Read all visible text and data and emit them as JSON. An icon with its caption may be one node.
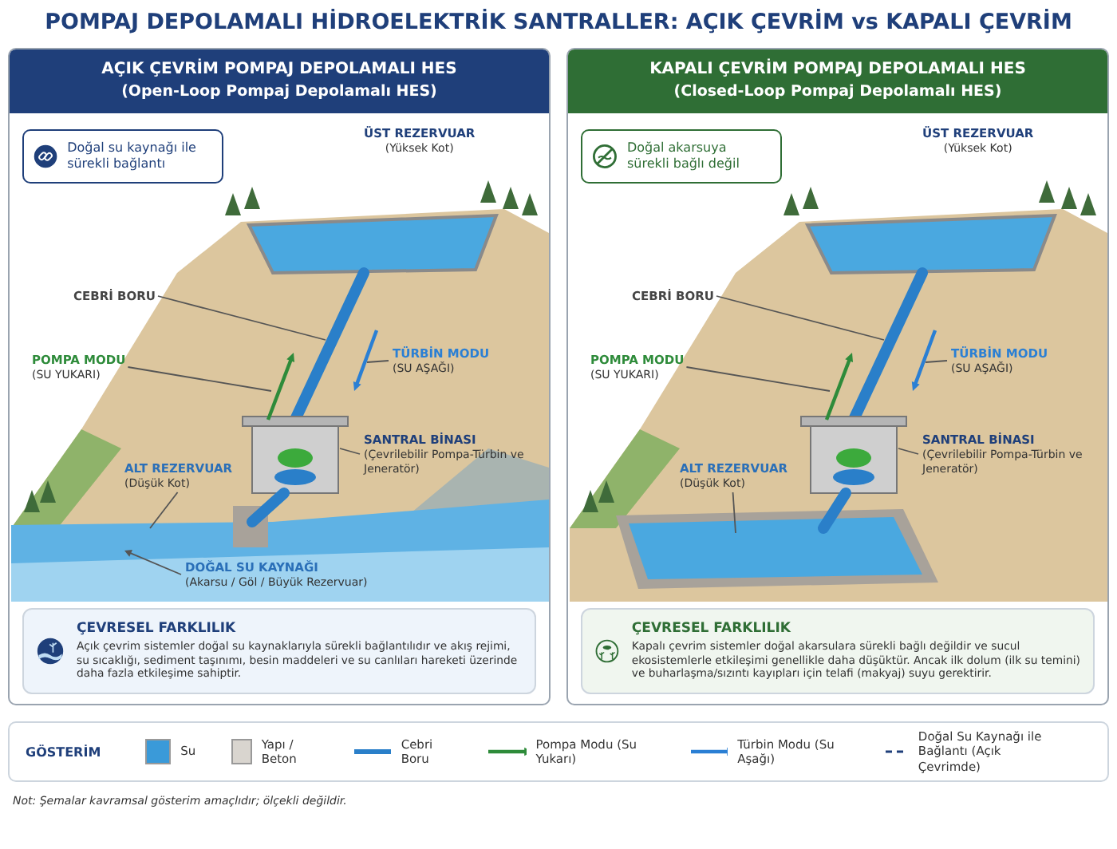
{
  "diagram": {
    "title": "POMPAJ DEPOLAMALI HİDROELEKTRİK SANTRALLER: AÇIK ÇEVRİM vs KAPALI ÇEVRİM",
    "nodes": [
      {
        "text": [
          "AÇIK ÇEVRİM POMPAJ DEPOLAMALI HES",
          "(Open-Loop Pompaj Depolamalı HES)"
        ]
      },
      {
        "text": [
          "Doğal su kaynağı ile sürekli bağlantı"
        ],
        "in": 0
      },
      {
        "text": [
          "ÜST REZERVUAR",
          "(Yüksek Kot)"
        ],
        "in": 0
      },
      {
        "text": [
          "CEBRİ BORU"
        ],
        "in": 0
      },
      {
        "text": [
          "POMPA MODU",
          "(SU YUKARI)"
        ],
        "in": 0
      },
      {
        "text": [
          "TÜRBİN MODU",
          "(SU AŞAĞI)"
        ],
        "in": 0
      },
      {
        "text": [
          "SANTRAL BİNASI",
          "(Çevrilebilir Pompa-Türbin ve Jeneratör)"
        ],
        "in": 0
      },
      {
        "text": [
          "ALT REZERVUAR",
          "(Düşük Kot)"
        ],
        "in": 0
      },
      {
        "text": [
          "DOĞAL SU KAYNAĞI",
          "(Akarsu / Göl / Büyük Rezervuar)"
        ],
        "in": 0
      },
      {
        "text": [
          "ÇEVRESEL FARKLILIK",
          "Açık çevrim sistemler doğal su kaynaklarıyla sürekli bağlantılıdır ve akış rejimi, su sıcaklığı, sediment taşınımı, besin maddeleri ve su canlıları hareketi üzerinde daha fazla etkileşime sahiptir."
        ],
        "in": 0
      },
      {
        "text": [
          "KAPALI ÇEVRİM POMPAJ DEPOLAMALI HES",
          "(Closed-Loop Pompaj Depolamalı HES)"
        ]
      },
      {
        "text": [
          "Doğal akarsuya sürekli bağlı değil"
        ],
        "in": 10
      },
      {
        "text": [
          "ÜST REZERVUAR",
          "(Yüksek Kot)"
        ],
        "in": 10
      },
      {
        "text": [
          "CEBRİ BORU"
        ],
        "in": 10
      },
      {
        "text": [
          "POMPA MODU",
          "(SU YUKARI)"
        ],
        "in": 10
      },
      {
        "text": [
          "TÜRBİN MODU",
          "(SU AŞAĞI)"
        ],
        "in": 10
      },
      {
        "text": [
          "SANTRAL BİNASI",
          "(Çevrilebilir Pompa-Türbin ve Jeneratör)"
        ],
        "in": 10
      },
      {
        "text": [
          "ALT REZERVUAR",
          "(Düşük Kot)"
        ],
        "in": 10
      },
      {
        "text": [
          "ÇEVRESEL FARKLILIK",
          "Kapalı çevrim sistemler doğal akarsulara sürekli bağlı değildir ve sucul ekosistemlerle etkileşimi genellikle daha düşüktür. Ancak ilk dolum (ilk su temini) ve buharlaşma/sızıntı kayıpları için telafi (makyaj) suyu gerektirir."
        ],
        "in": 10
      }
    ],
    "edges": [
      {
        "from": 3,
        "to": null,
        "arrow": "none"
      },
      {
        "from": 4,
        "to": null,
        "arrow": "none"
      },
      {
        "from": 5,
        "to": null,
        "arrow": "none"
      },
      {
        "from": 6,
        "to": null,
        "arrow": "none"
      },
      {
        "from": 7,
        "to": null,
        "arrow": "none"
      },
      {
        "from": 8,
        "to": null,
        "arrow": "to"
      },
      {
        "from": 13,
        "to": null,
        "arrow": "none"
      },
      {
        "from": 14,
        "to": null,
        "arrow": "none"
      },
      {
        "from": 15,
        "to": null,
        "arrow": "none"
      },
      {
        "from": 16,
        "to": null,
        "arrow": "none"
      },
      {
        "from": 17,
        "to": null,
        "arrow": "none"
      }
    ],
    "labels": [
      "GÖSTERİM",
      "Not: Şemalar kavramsal gösterim amaçlıdır; ölçekli değildir."
    ],
    "legend": [
      {
        "text": "Su",
        "color": "#3a9ad9"
      },
      {
        "text": "Yapı / Beton",
        "color": "#d9d5cf"
      },
      {
        "text": "Cebri Boru"
      },
      {
        "text": "Pompa Modu (Su Yukarı)"
      },
      {
        "text": "Türbin Modu (Su Aşağı)"
      },
      {
        "text": "Doğal Su Kaynağı ile Bağlantı (Açık Çevrimde)"
      }
    ]
  }
}
